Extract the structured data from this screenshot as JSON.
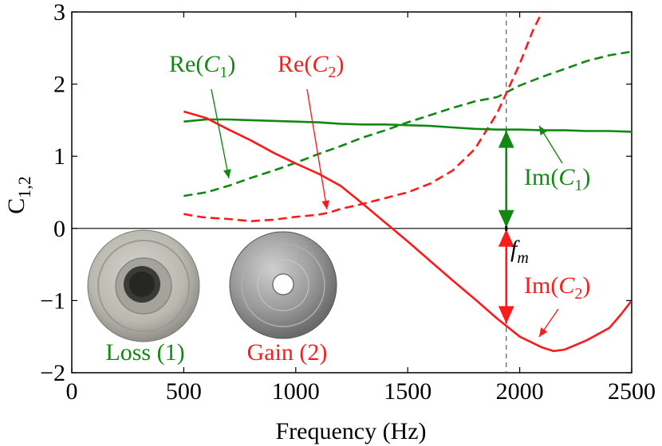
{
  "chart_data": {
    "type": "line",
    "xlabel": "Frequency (Hz)",
    "ylabel_main": "C",
    "ylabel_sub": "1,2",
    "xlim": [
      0,
      2500
    ],
    "ylim": [
      -2,
      3
    ],
    "xticks": [
      {
        "value": 0,
        "label": "0"
      },
      {
        "value": 500,
        "label": "500"
      },
      {
        "value": 1000,
        "label": "1000"
      },
      {
        "value": 1500,
        "label": "1500"
      },
      {
        "value": 2000,
        "label": "2000"
      },
      {
        "value": 2500,
        "label": "2500"
      }
    ],
    "yticks": [
      {
        "value": -2,
        "label": "−2"
      },
      {
        "value": -1,
        "label": "−1"
      },
      {
        "value": 0,
        "label": "0"
      },
      {
        "value": 1,
        "label": "1"
      },
      {
        "value": 2,
        "label": "2"
      },
      {
        "value": 3,
        "label": "3"
      }
    ],
    "grid": false,
    "colors": {
      "green": "#118811",
      "red": "#ff1a1a",
      "vline": "#666666"
    },
    "vline_x": 1940,
    "series": [
      {
        "name": "Re(C1)",
        "color": "green",
        "dash": true,
        "points": [
          [
            500,
            0.45
          ],
          [
            600,
            0.5
          ],
          [
            700,
            0.59
          ],
          [
            800,
            0.7
          ],
          [
            900,
            0.8
          ],
          [
            1000,
            0.91
          ],
          [
            1100,
            1.03
          ],
          [
            1200,
            1.14
          ],
          [
            1300,
            1.26
          ],
          [
            1400,
            1.36
          ],
          [
            1500,
            1.47
          ],
          [
            1600,
            1.57
          ],
          [
            1700,
            1.67
          ],
          [
            1800,
            1.76
          ],
          [
            1900,
            1.82
          ],
          [
            2000,
            1.98
          ],
          [
            2100,
            2.1
          ],
          [
            2200,
            2.21
          ],
          [
            2300,
            2.32
          ],
          [
            2400,
            2.4
          ],
          [
            2500,
            2.45
          ]
        ]
      },
      {
        "name": "Re(C2)",
        "color": "red",
        "dash": true,
        "points": [
          [
            500,
            0.2
          ],
          [
            550,
            0.17
          ],
          [
            600,
            0.15
          ],
          [
            700,
            0.13
          ],
          [
            800,
            0.1
          ],
          [
            900,
            0.12
          ],
          [
            1000,
            0.16
          ],
          [
            1100,
            0.19
          ],
          [
            1150,
            0.22
          ],
          [
            1200,
            0.27
          ],
          [
            1300,
            0.34
          ],
          [
            1400,
            0.42
          ],
          [
            1500,
            0.5
          ],
          [
            1600,
            0.62
          ],
          [
            1700,
            0.8
          ],
          [
            1800,
            1.1
          ],
          [
            1900,
            1.6
          ],
          [
            2000,
            2.28
          ],
          [
            2060,
            2.75
          ],
          [
            2100,
            3.0
          ]
        ]
      },
      {
        "name": "Im(C1)",
        "color": "green",
        "dash": false,
        "points": [
          [
            500,
            1.48
          ],
          [
            600,
            1.51
          ],
          [
            700,
            1.51
          ],
          [
            800,
            1.5
          ],
          [
            900,
            1.49
          ],
          [
            1000,
            1.48
          ],
          [
            1100,
            1.47
          ],
          [
            1200,
            1.45
          ],
          [
            1300,
            1.44
          ],
          [
            1400,
            1.44
          ],
          [
            1500,
            1.43
          ],
          [
            1600,
            1.42
          ],
          [
            1700,
            1.4
          ],
          [
            1800,
            1.38
          ],
          [
            1900,
            1.37
          ],
          [
            2000,
            1.37
          ],
          [
            2100,
            1.36
          ],
          [
            2200,
            1.36
          ],
          [
            2300,
            1.35
          ],
          [
            2400,
            1.35
          ],
          [
            2500,
            1.34
          ]
        ]
      },
      {
        "name": "Im(C2)",
        "color": "red",
        "dash": false,
        "points": [
          [
            500,
            1.62
          ],
          [
            600,
            1.53
          ],
          [
            700,
            1.37
          ],
          [
            800,
            1.22
          ],
          [
            900,
            1.05
          ],
          [
            1000,
            0.9
          ],
          [
            1100,
            0.76
          ],
          [
            1200,
            0.59
          ],
          [
            1300,
            0.34
          ],
          [
            1400,
            0.08
          ],
          [
            1500,
            -0.18
          ],
          [
            1600,
            -0.45
          ],
          [
            1700,
            -0.72
          ],
          [
            1800,
            -0.98
          ],
          [
            1900,
            -1.25
          ],
          [
            2000,
            -1.5
          ],
          [
            2100,
            -1.65
          ],
          [
            2150,
            -1.7
          ],
          [
            2200,
            -1.68
          ],
          [
            2300,
            -1.55
          ],
          [
            2400,
            -1.38
          ],
          [
            2450,
            -1.2
          ],
          [
            2500,
            -1.0
          ]
        ]
      }
    ],
    "annotations": [
      {
        "id": "re1",
        "color": "green",
        "base": "Re(",
        "var": "C",
        "sub": "1",
        "close": ")",
        "x": 212,
        "y": 90
      },
      {
        "id": "re2",
        "color": "red",
        "base": "Re(",
        "var": "C",
        "sub": "2",
        "close": ")",
        "x": 348,
        "y": 90
      },
      {
        "id": "im1",
        "color": "green",
        "base": "Im(",
        "var": "C",
        "sub": "1",
        "close": ")",
        "x": 657,
        "y": 232
      },
      {
        "id": "im2",
        "color": "red",
        "base": "Im(",
        "var": "C",
        "sub": "2",
        "close": ")",
        "x": 657,
        "y": 368
      }
    ],
    "fm_label": {
      "var": "f",
      "sub": "m"
    },
    "legend": [
      {
        "id": "loss",
        "label": "Loss (1)",
        "color": "green"
      },
      {
        "id": "gain",
        "label": "Gain (2)",
        "color": "red"
      }
    ]
  }
}
